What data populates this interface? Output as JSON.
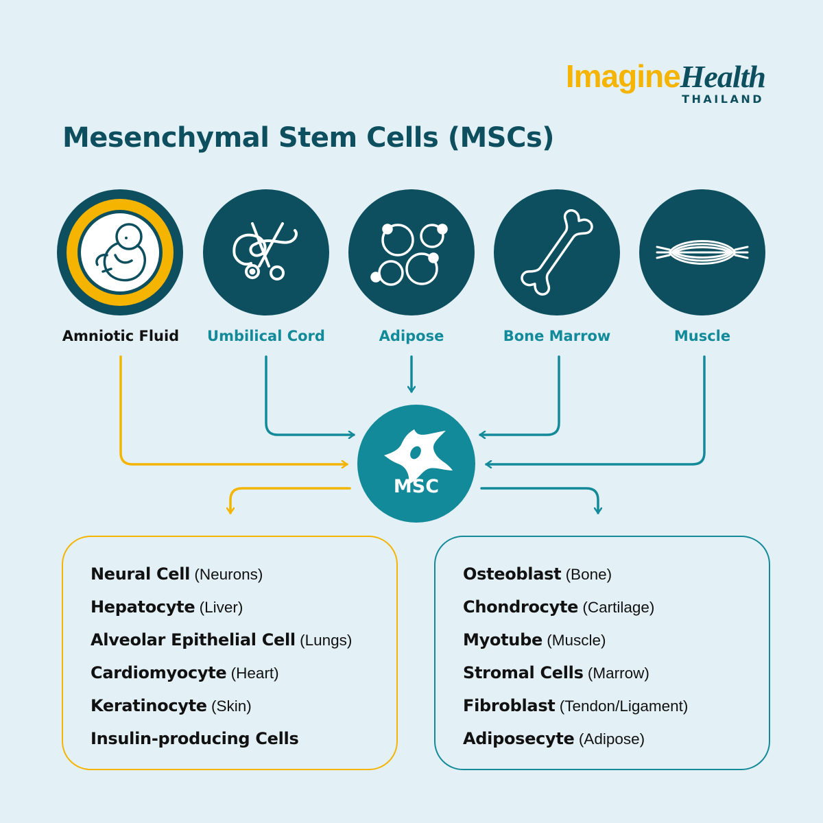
{
  "logo": {
    "imagine": "Imagine",
    "health": "Health",
    "sub": "THAILAND"
  },
  "title": "Mesenchymal Stem Cells (MSCs)",
  "colors": {
    "background": "#e3f0f5",
    "dark_teal": "#0d4f5e",
    "teal": "#138a9a",
    "yellow": "#f5b400"
  },
  "sources": [
    {
      "label": "Amniotic Fluid",
      "icon": "fetus-icon",
      "selected": true
    },
    {
      "label": "Umbilical Cord",
      "icon": "umbilical-cord-scissors-icon",
      "selected": false
    },
    {
      "label": "Adipose",
      "icon": "fat-cells-icon",
      "selected": false
    },
    {
      "label": "Bone Marrow",
      "icon": "bone-icon",
      "selected": false
    },
    {
      "label": "Muscle",
      "icon": "muscle-fiber-icon",
      "selected": false
    }
  ],
  "center": {
    "label": "MSC",
    "icon": "stem-cell-icon"
  },
  "left_list": [
    {
      "name": "Neural Cell",
      "detail": "(Neurons)"
    },
    {
      "name": "Hepatocyte",
      "detail": "(Liver)"
    },
    {
      "name": "Alveolar Epithelial Cell",
      "detail": "(Lungs)"
    },
    {
      "name": "Cardiomyocyte",
      "detail": "(Heart)"
    },
    {
      "name": "Keratinocyte",
      "detail": "(Skin)"
    },
    {
      "name": "Insulin-producing Cells",
      "detail": ""
    }
  ],
  "right_list": [
    {
      "name": "Osteoblast",
      "detail": "(Bone)"
    },
    {
      "name": "Chondrocyte",
      "detail": "(Cartilage)"
    },
    {
      "name": "Myotube",
      "detail": "(Muscle)"
    },
    {
      "name": "Stromal Cells",
      "detail": "(Marrow)"
    },
    {
      "name": "Fibroblast",
      "detail": "(Tendon/Ligament)"
    },
    {
      "name": "Adiposecyte",
      "detail": "(Adipose)"
    }
  ]
}
